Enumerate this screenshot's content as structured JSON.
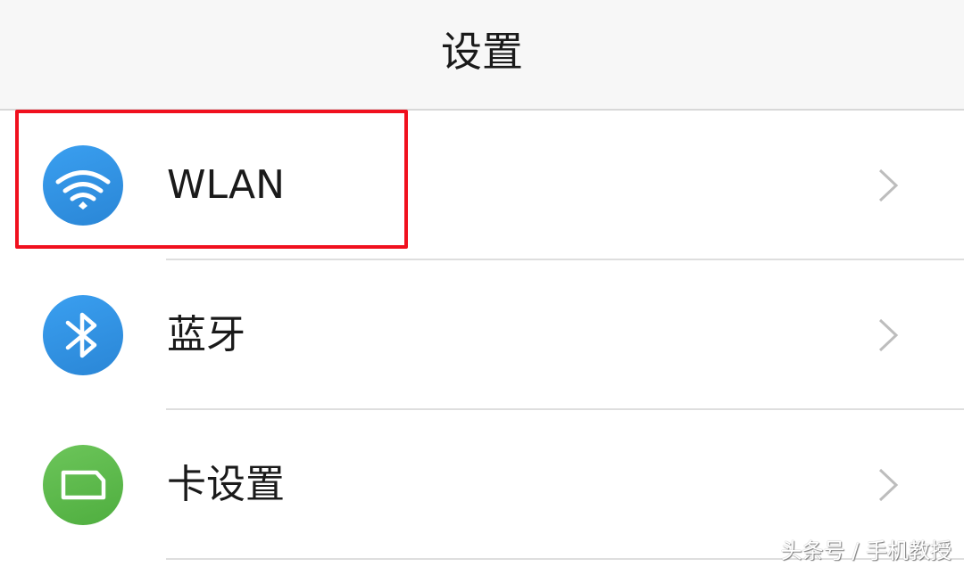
{
  "header": {
    "title": "设置"
  },
  "items": [
    {
      "label": "WLAN",
      "icon": "wifi-icon",
      "color": "#3396e8"
    },
    {
      "label": "蓝牙",
      "icon": "bluetooth-icon",
      "color": "#3396e8"
    },
    {
      "label": "卡设置",
      "icon": "sim-card-icon",
      "color": "#5cb84a"
    }
  ],
  "highlight_color": "#f0101e",
  "watermark": "头条号 / 手机教授"
}
